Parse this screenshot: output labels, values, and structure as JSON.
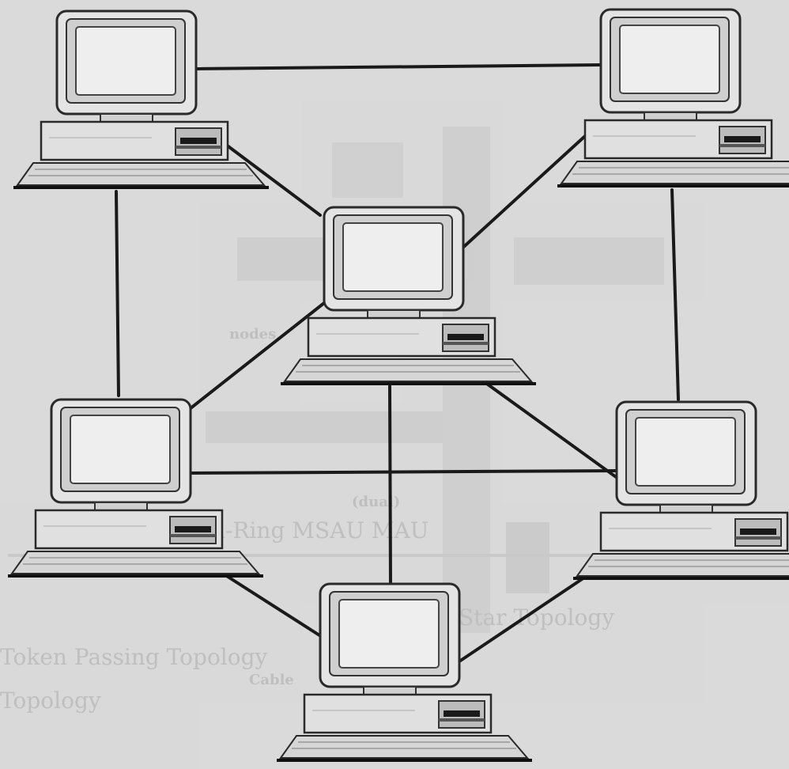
{
  "diagram": {
    "type": "network-topology",
    "nodes": [
      {
        "id": "pc-top-left"
      },
      {
        "id": "pc-top-right"
      },
      {
        "id": "pc-center"
      },
      {
        "id": "pc-mid-left"
      },
      {
        "id": "pc-mid-right"
      },
      {
        "id": "pc-bottom"
      }
    ],
    "links": [
      [
        "pc-top-left",
        "pc-top-right"
      ],
      [
        "pc-top-left",
        "pc-center"
      ],
      [
        "pc-top-left",
        "pc-mid-left"
      ],
      [
        "pc-top-right",
        "pc-center"
      ],
      [
        "pc-top-right",
        "pc-mid-right"
      ],
      [
        "pc-center",
        "pc-mid-left"
      ],
      [
        "pc-center",
        "pc-mid-right"
      ],
      [
        "pc-center",
        "pc-bottom"
      ],
      [
        "pc-mid-left",
        "pc-mid-right"
      ],
      [
        "pc-mid-left",
        "pc-bottom"
      ],
      [
        "pc-mid-right",
        "pc-bottom"
      ]
    ],
    "colors": {
      "background": "#d9d9d9",
      "line": "#1a1a1a",
      "monitor_body": "#e6e6e6",
      "screen": "#efefef"
    }
  },
  "background_text": {
    "lines": [
      "Token-Ring MSAU MAU",
      "Star Topology",
      "Token Passing Topology",
      "Topology"
    ],
    "labels": [
      "nodes",
      "(dual)",
      "Cable"
    ]
  }
}
